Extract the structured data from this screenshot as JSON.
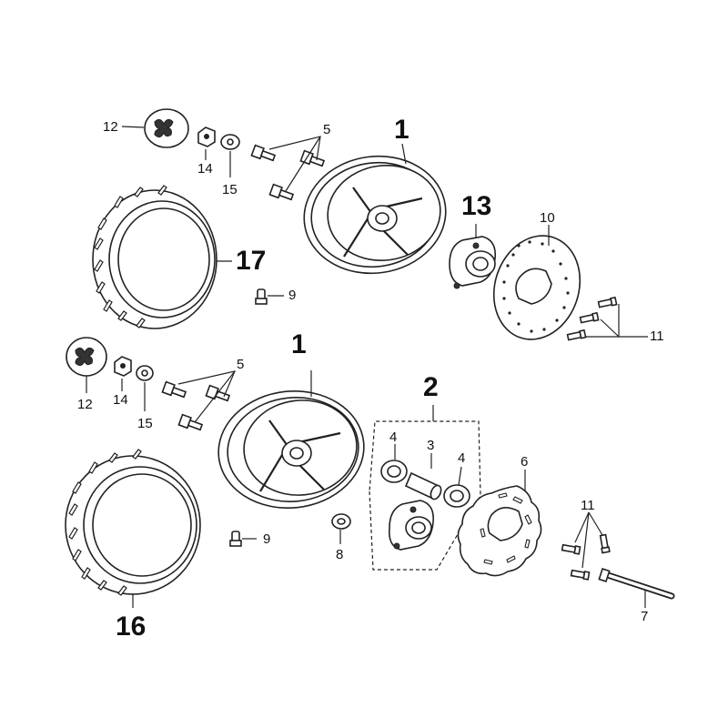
{
  "labels": {
    "top_wheel": "1",
    "top_hub": "13",
    "top_disc": "10",
    "top_bolts": "5",
    "top_cap": "12",
    "top_nut": "14",
    "top_washer": "15",
    "top_tyre": "17",
    "top_valve": "9",
    "top_disc_bolts": "11",
    "bottom_wheel": "1",
    "bottom_hub_assembly": "2",
    "bottom_spacer": "3",
    "bottom_bearing_left": "4",
    "bottom_bearing_right": "4",
    "bottom_bolts": "5",
    "bottom_cap": "12",
    "bottom_nut": "14",
    "bottom_washer": "15",
    "bottom_tyre": "16",
    "bottom_valve": "9",
    "bottom_disc": "6",
    "bottom_axle": "7",
    "bottom_ring": "8",
    "bottom_disc_bolts": "11"
  },
  "colors": {
    "line": "#222222",
    "background": "#ffffff"
  }
}
